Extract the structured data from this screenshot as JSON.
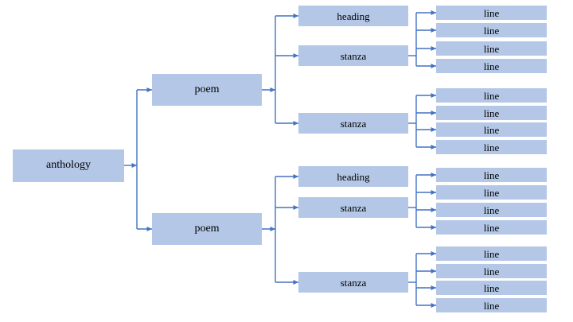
{
  "diagram": {
    "type": "tree",
    "orientation": "left-to-right",
    "colors": {
      "background": "#ffffff",
      "node_fill": "#b4c7e7",
      "connector": "#4472c4",
      "text": "#000000"
    },
    "root": {
      "label": "anthology",
      "children": [
        {
          "label": "poem",
          "children": [
            {
              "label": "heading",
              "children": []
            },
            {
              "label": "stanza",
              "children": [
                {
                  "label": "line",
                  "children": []
                },
                {
                  "label": "line",
                  "children": []
                },
                {
                  "label": "line",
                  "children": []
                },
                {
                  "label": "line",
                  "children": []
                }
              ]
            },
            {
              "label": "stanza",
              "children": [
                {
                  "label": "line",
                  "children": []
                },
                {
                  "label": "line",
                  "children": []
                },
                {
                  "label": "line",
                  "children": []
                },
                {
                  "label": "line",
                  "children": []
                }
              ]
            }
          ]
        },
        {
          "label": "poem",
          "children": [
            {
              "label": "heading",
              "children": []
            },
            {
              "label": "stanza",
              "children": [
                {
                  "label": "line",
                  "children": []
                },
                {
                  "label": "line",
                  "children": []
                },
                {
                  "label": "line",
                  "children": []
                },
                {
                  "label": "line",
                  "children": []
                }
              ]
            },
            {
              "label": "stanza",
              "children": [
                {
                  "label": "line",
                  "children": []
                },
                {
                  "label": "line",
                  "children": []
                },
                {
                  "label": "line",
                  "children": []
                },
                {
                  "label": "line",
                  "children": []
                }
              ]
            }
          ]
        }
      ]
    }
  }
}
